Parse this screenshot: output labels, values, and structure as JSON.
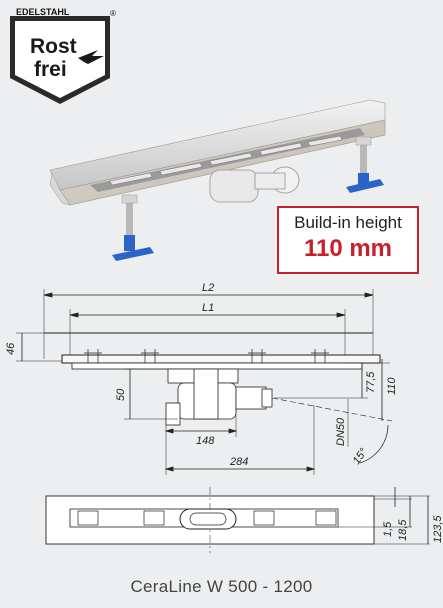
{
  "logo": {
    "top_text": "EDELSTAHL",
    "registered_mark": "®",
    "line1": "Rost",
    "line2": "frei"
  },
  "badge": {
    "label": "Build-in height",
    "value": "110 mm"
  },
  "dimensions": {
    "l2": "L2",
    "l1": "L1",
    "h46": "46",
    "h50": "50",
    "w148": "148",
    "w284": "284",
    "h77_5": "77,5",
    "h110": "110",
    "dn50": "DN50",
    "angle": "15°",
    "t1_5": "1,5",
    "t18_5": "18,5",
    "t123_5": "123,5"
  },
  "caption": "CeraLine W 500 - 1200",
  "colors": {
    "background": "#eceeef",
    "accent_red": "#c8202a",
    "foot_blue": "#2b63c9",
    "line": "#222222"
  }
}
